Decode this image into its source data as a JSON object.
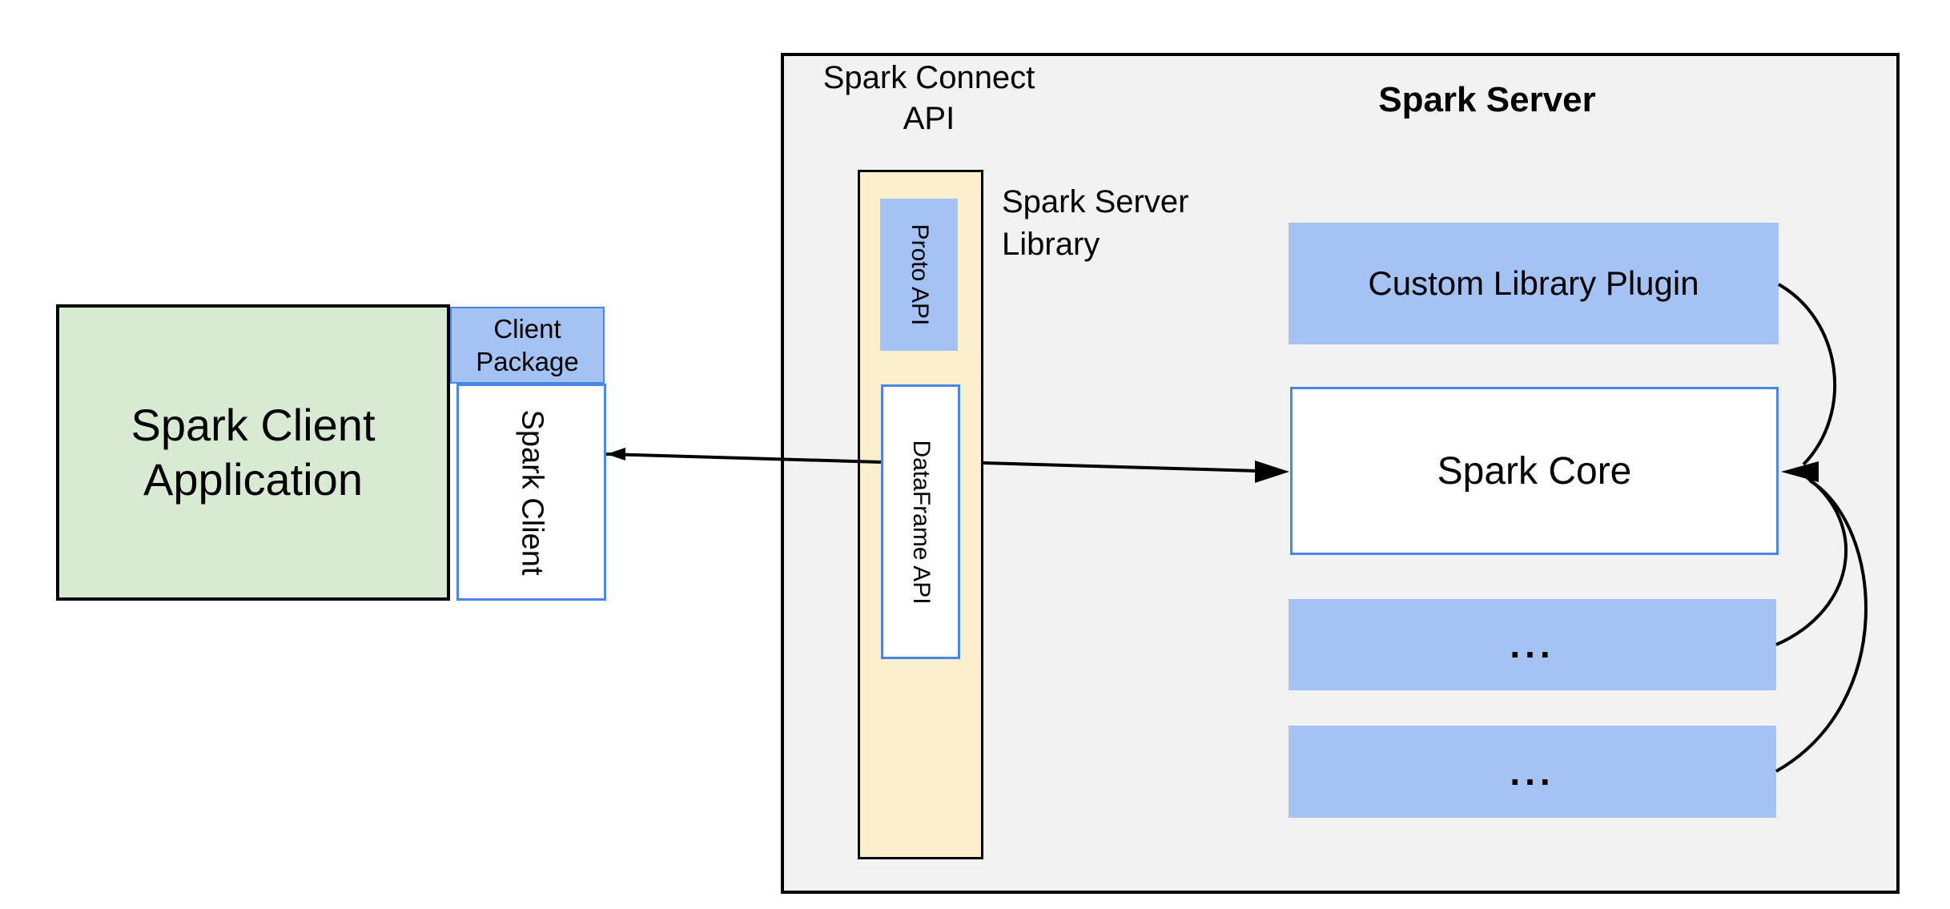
{
  "colors": {
    "background": "#FFFFFF",
    "panel_gray": "#F2F2F2",
    "box_blue": "#A4C2F4",
    "box_green": "#D9EAD3",
    "box_yellow": "#FCF0CC",
    "border_blue": "#4A86E8",
    "line_black": "#000000"
  },
  "client": {
    "application": {
      "line1": "Spark Client",
      "line2": "Application"
    },
    "package": {
      "line1": "Client",
      "line2": "Package"
    },
    "spark_client": "Spark Client"
  },
  "connect_api": {
    "label": {
      "line1": "Spark Connect",
      "line2": "API"
    },
    "proto_api": "Proto API",
    "dataframe_api": "DataFrame API",
    "server_library": {
      "line1": "Spark Server",
      "line2": "Library"
    }
  },
  "server": {
    "title": "Spark Server",
    "custom_plugin": "Custom Library Plugin",
    "spark_core": "Spark Core",
    "plugin_slot_1": "...",
    "plugin_slot_2": "..."
  }
}
